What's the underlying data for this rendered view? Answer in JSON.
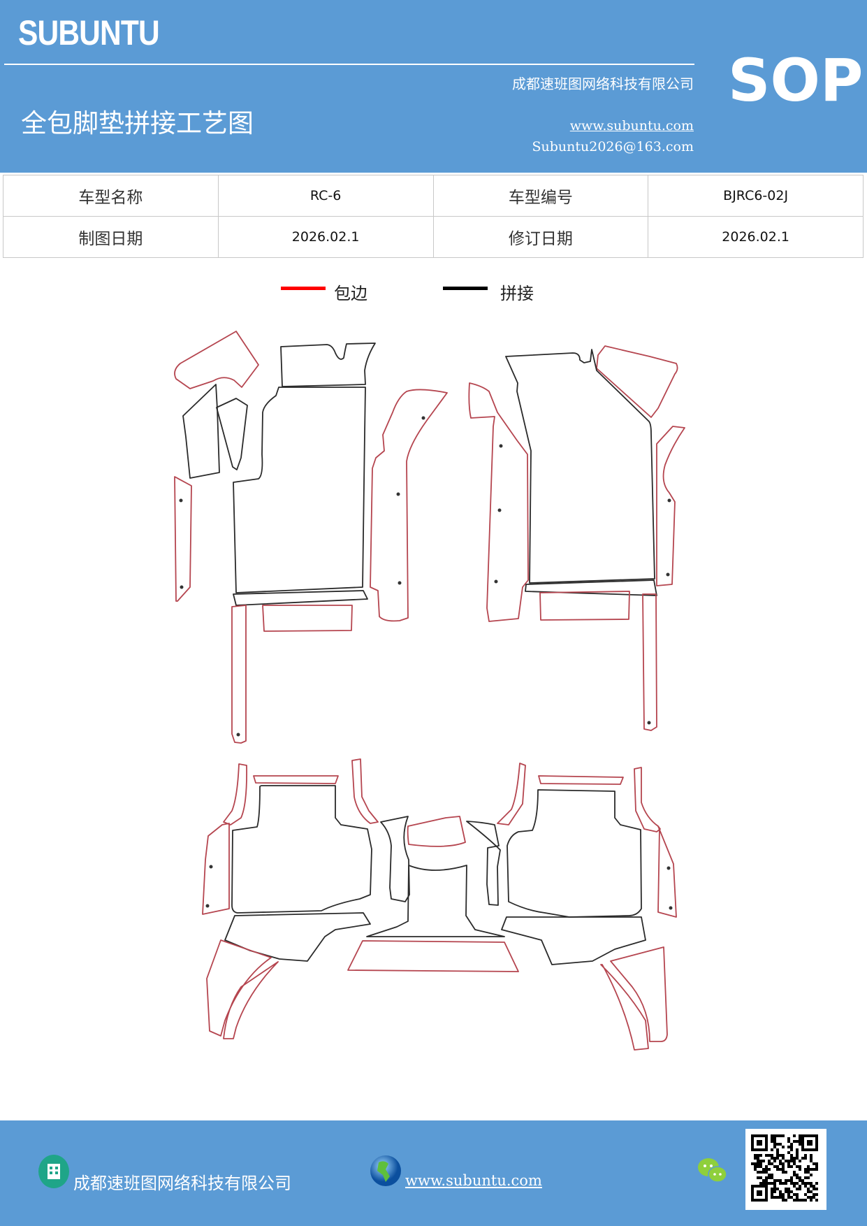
{
  "header": {
    "brand": "SUBUNTU",
    "badge": "SOP",
    "company": "成都速班图网络科技有限公司",
    "title": "全包脚垫拼接工艺图",
    "website": "www.subuntu.com",
    "email": "Subuntu2026@163.com"
  },
  "info_table": {
    "rows": [
      [
        "车型名称",
        "RC-6",
        "车型编号",
        "BJRC6-02J"
      ],
      [
        "制图日期",
        "2026.02.1",
        "修订日期",
        "2026.02.1"
      ]
    ]
  },
  "legend": {
    "items": [
      {
        "label": "包边",
        "color": "#ff0000"
      },
      {
        "label": "拼接",
        "color": "#000000"
      }
    ]
  },
  "colors": {
    "brand_blue": "#5b9bd5",
    "edge_red": "#b5454f",
    "seam_dark": "#2a2a2a"
  },
  "footer": {
    "company": "成都速班图网络科技有限公司",
    "website": "www.subuntu.com",
    "icons": [
      "building-icon",
      "globe-icon",
      "wechat-icon",
      "qr-code"
    ]
  }
}
